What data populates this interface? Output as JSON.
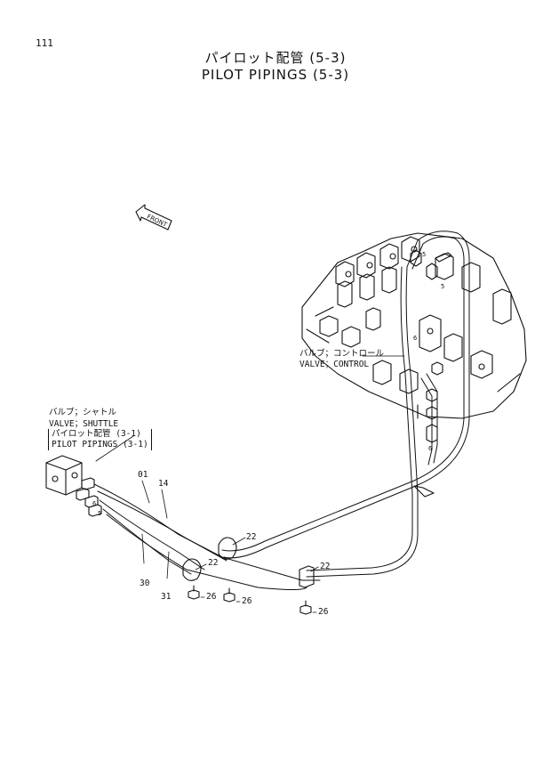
{
  "header": {
    "page_number": "111",
    "title_jp": "パイロット配管 (5-3)",
    "title_en": "PILOT PIPINGS (5-3)"
  },
  "front_arrow": {
    "label": "FRONT"
  },
  "callouts": {
    "control_valve": {
      "jp": "バルブ；コントロール",
      "en": "VALVE；CONTROL"
    },
    "shuttle_valve": {
      "jp": "バルブ；シャトル",
      "en": "VALVE；SHUTTLE",
      "ref_jp": "パイロット配管 (3-1)",
      "ref_en": "PILOT PIPINGS (3-1)"
    }
  },
  "part_numbers": {
    "p01": "01",
    "p14": "14",
    "p30": "30",
    "p31": "31",
    "p22a": "22",
    "p22b": "22",
    "p22c": "22",
    "p26a": "26",
    "p26b": "26",
    "p26c": "26"
  },
  "port_labels": {
    "a1": "5",
    "a2": "6",
    "a3": "5",
    "a4": "6",
    "b1": "6",
    "b2": "5"
  }
}
